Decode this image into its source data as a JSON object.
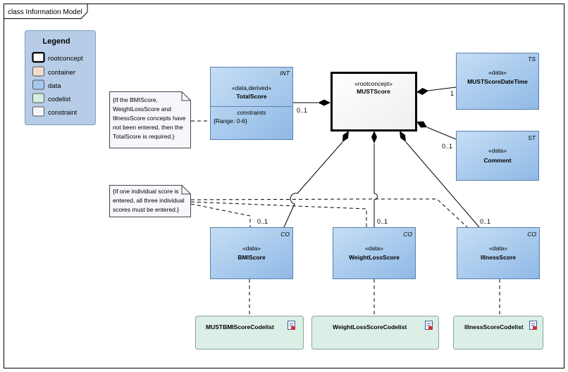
{
  "frame": {
    "title": "class Information Model"
  },
  "legend": {
    "title": "Legend",
    "items": [
      {
        "label": "rootconcept",
        "color": "#ffffff",
        "bold_border": true
      },
      {
        "label": "container",
        "color": "#f3dccc"
      },
      {
        "label": "data",
        "color": "#a4c8ec"
      },
      {
        "label": "codelist",
        "color": "#d3eee0"
      },
      {
        "label": "constraint",
        "color": "#f4f6fc"
      }
    ]
  },
  "colors": {
    "data_fill_top": "#bcd7f2",
    "data_fill_bottom": "#8fb9e6",
    "codelist_fill": "#dcefe6",
    "note_fill": "#f5f7fc",
    "legend_fill": "#b7cde7",
    "legend_border": "#7f9cc3"
  },
  "classes": {
    "must_score": {
      "stereotype": "«rootconcept»",
      "name": "MUSTScore"
    },
    "total_score": {
      "tag": "INT",
      "stereotype": "«data,derived»",
      "name": "TotalScore",
      "section": "constraints",
      "constraint": "{Range: 0-6}"
    },
    "must_score_date_time": {
      "tag": "TS",
      "stereotype": "«data»",
      "name": "MUSTScoreDateTime"
    },
    "comment": {
      "tag": "ST",
      "stereotype": "«data»",
      "name": "Comment"
    },
    "bmi_score": {
      "tag": "CO",
      "stereotype": "«data»",
      "name": "BMIScore"
    },
    "weight_loss_score": {
      "tag": "CO",
      "stereotype": "«data»",
      "name": "WeightLossScore"
    },
    "illness_score": {
      "tag": "CO",
      "stereotype": "«data»",
      "name": "IllnessScore"
    }
  },
  "codelists": {
    "bmi": {
      "name": "MUSTBMIScoreCodelist"
    },
    "weight_loss": {
      "name": "WeightLossScoreCodelist"
    },
    "illness": {
      "name": "IllnessScoreCodelist"
    }
  },
  "notes": {
    "total_score_note": [
      "{If the BMIScore,",
      "WeightLossScore and",
      "IllnessScore concepts have",
      "not been entered, then the",
      "TotalScore is required.}"
    ],
    "individual_note": [
      "{If one individual score is",
      "entered, all three individual",
      "scores must be entered.}"
    ]
  },
  "multiplicities": {
    "total_score": "0..1",
    "date_time": "1",
    "comment": "0..1",
    "bmi": "0..1",
    "weight_loss": "0..1",
    "illness": "0..1"
  }
}
